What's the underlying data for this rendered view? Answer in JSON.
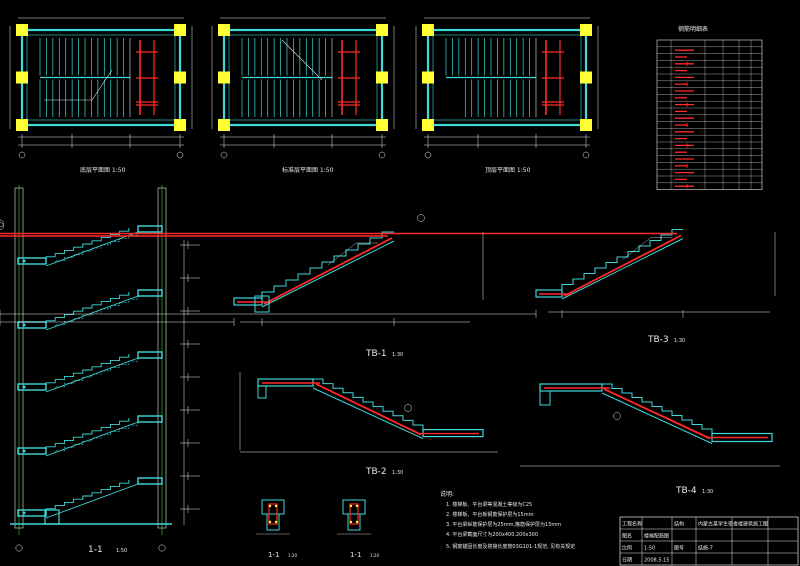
{
  "drawing": {
    "colors": {
      "background": "#000000",
      "cyan": "#3fd9d9",
      "yellow": "#ffff33",
      "red": "#ff2a2a",
      "white": "#e8e8e8",
      "magenta": "#ff33ff",
      "green": "#33ff33"
    },
    "plan_titles": [
      "底层平面图 1:50",
      "标准层平面图 1:50",
      "顶层平面图 1:50"
    ],
    "rebar_table_title": "钢筋明细表",
    "section_title": "1-1",
    "section_scale": "1:50",
    "stair_details": [
      {
        "label": "TB-1",
        "scale": "1:30"
      },
      {
        "label": "TB-2",
        "scale": "1:30"
      },
      {
        "label": "TB-3",
        "scale": "1:30"
      },
      {
        "label": "TB-4",
        "scale": "1:30"
      }
    ],
    "small_sections": [
      {
        "label": "1-1",
        "scale": "1:20"
      },
      {
        "label": "1-1",
        "scale": "1:20"
      }
    ],
    "notes": {
      "heading": "说明:",
      "items": [
        "1. 楼梯板、平台梁等混凝土等级为C25",
        "2. 楼梯板、平台板钢筋保护层为15mm",
        "3. 平台梁纵筋保护层为25mm,箍筋保护层为15mm",
        "4. 平台梁截面尺寸为200x400,200x300",
        "5. 钢筋锚固长度及搭接长度按03G101-1规范, 见有关规定"
      ]
    },
    "title_block": {
      "rows": [
        [
          "工程名称",
          "",
          "结构",
          "内蒙古某学生宿舍楼建筑施工图"
        ],
        [
          "图名",
          "楼梯配筋图",
          "",
          ""
        ],
        [
          "比例",
          "1:50",
          "图号",
          "结施-7"
        ],
        [
          "日期",
          "2008.5.15",
          "",
          ""
        ]
      ]
    }
  }
}
